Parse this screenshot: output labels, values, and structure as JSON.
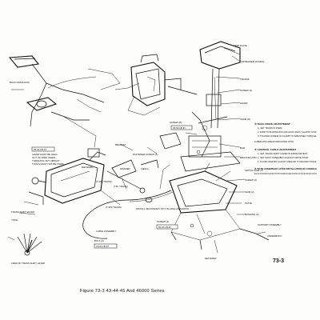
{
  "caption": "Figure 73-3  43-44-45 And 46000 Series",
  "page_number": "73-3",
  "labels": {
    "trim_plate": "TRIM PLATE",
    "spreader_handle": "SPREADER HANDLE",
    "transf": "TRANSF.",
    "screw": "SCREW (2)",
    "lever": "LEVER",
    "back_drive_rod": "BACK DRIVE ROD",
    "screw_b": "SCREW (B)",
    "slide": "SLIDE (D)",
    "bracket": "BRACKET",
    "retainer": "RETAINER",
    "washer": "WASHER",
    "view_a": "VIEW A",
    "fastener": "FASTENER SCREW (A)",
    "bar": "BAR",
    "bracket_asm": "BRACKET ASM.",
    "switch_asm": "SWITCH ASM (4)",
    "screw_2": "SCREW (2)",
    "shim": "SHIM (2)",
    "plate": "PLATE",
    "bushing": "BUSHING (2)",
    "support_assembly": "SUPPORT ASSEMBLY",
    "underbody": "UNDERBODY",
    "retainer_b": "RETAINER",
    "cable_assembly": "CABLE ASSEMBLY",
    "bolt": "BOLT (3)",
    "trans_shift_lever": "TRANS SHIFT LEVER",
    "yoke": "YOKE",
    "view_shift_lever": "VIEW OF TRANS SHIFT LEVER",
    "fork_left": "(T-350 TRANS)",
    "fork_right": "(T-350 TRANS)",
    "install": "INSTALL SECONDARY NUT IN HOLE AS SHOWN",
    "screw_lbs": "SCREW (4)",
    "spacer": "(TRI. TRANS)",
    "torque_a": "35-30 LB-FT",
    "torque_b": "50-60 LB-IN",
    "torque_c": "35-50 LB-IN",
    "torque_d": "15-20 LB-FT",
    "note_gear": "LEVER MUST BE HELD OUT OF PARK WHEN TORQUING NUT (IMPACT TOOLS MUST NOT BE USED)"
  },
  "adjustments": {
    "back_drive": {
      "title": "① BACK DRIVE ADJUSTMENT",
      "steps": [
        "1. SET TRANS IN PARK.",
        "2. SUBSTITUTE DRIVE ROD AND HOLD LIGHTLY AGAINST STOP.",
        "3. TIGHTEN SCREW IN CLAMP TO SPECIFIED TORQUE."
      ],
      "lubricate": "LUBRICATE AREAS INDICATED WITH"
    },
    "cable": {
      "title": "② CONTROL CABLE ADJUSTMENT",
      "steps": [
        "1. SET TRANS SHIFT LEVER IN DRIVE DETENT.",
        "2. SET SHIFT ASSEMBLY AGAINST DRIVE STOP.",
        "3. TIGHTEN CABLE BOLT AGAINST CABLE END TO SPECIFIED TORQUE."
      ]
    },
    "console": {
      "title": "③ TO BE ASSEMBLED AFTER INSTALLATION OF CONSOLE",
      "warning": "NEUTRAL SAFETY SWITCH REPLACEMENT: CHECK ADJUSTMENT AT START POSITION OF BAR ASSEMBLY. SWITCH ASSEMBLY IS INTERLOCKED TO CANCEL TRANS IN PARK POSITION WHEN PITCH IS ACTIVATED."
    }
  }
}
